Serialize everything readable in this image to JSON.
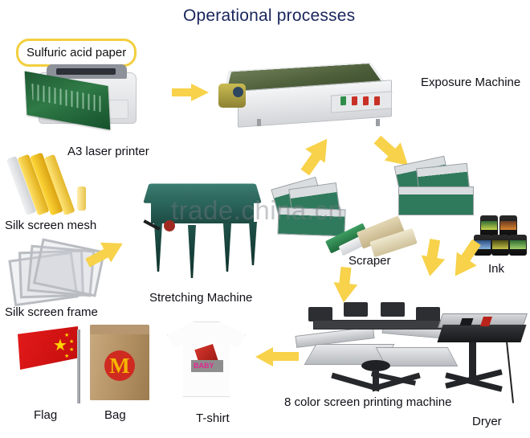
{
  "page": {
    "title": "Operational processes",
    "watermark": "trade.china.cn",
    "title_color": "#19255c",
    "arrow_color": "#f7d24a",
    "callout_border_color": "#f2cf3f"
  },
  "callout": {
    "text": "Sulfuric acid paper"
  },
  "labels": {
    "printer": "A3 laser printer",
    "exposure_machine": "Exposure Machine",
    "silk_screen_mesh": "Silk screen mesh",
    "silk_screen_frame": "Silk screen frame",
    "stretching_machine": "Stretching Machine",
    "scraper": "Scraper",
    "ink": "Ink",
    "printing_machine": "8 color screen printing machine",
    "dryer": "Dryer",
    "flag": "Flag",
    "bag": "Bag",
    "tshirt": "T-shirt"
  },
  "flow_nodes": [
    {
      "id": "sulfuric-acid-paper",
      "label": "Sulfuric acid paper"
    },
    {
      "id": "a3-laser-printer",
      "label": "A3 laser printer"
    },
    {
      "id": "exposure-machine",
      "label": "Exposure Machine"
    },
    {
      "id": "silk-screen-mesh",
      "label": "Silk screen mesh"
    },
    {
      "id": "silk-screen-frame",
      "label": "Silk screen frame"
    },
    {
      "id": "stretching-machine",
      "label": "Stretching Machine"
    },
    {
      "id": "scraper",
      "label": "Scraper"
    },
    {
      "id": "ink",
      "label": "Ink"
    },
    {
      "id": "screen-printing-machine",
      "label": "8 color screen printing machine"
    },
    {
      "id": "dryer",
      "label": "Dryer"
    },
    {
      "id": "flag",
      "label": "Flag"
    },
    {
      "id": "bag",
      "label": "Bag"
    },
    {
      "id": "tshirt",
      "label": "T-shirt"
    }
  ],
  "bag_logo": {
    "glyph": "M"
  },
  "shirt_art": {
    "text": "BABY"
  }
}
